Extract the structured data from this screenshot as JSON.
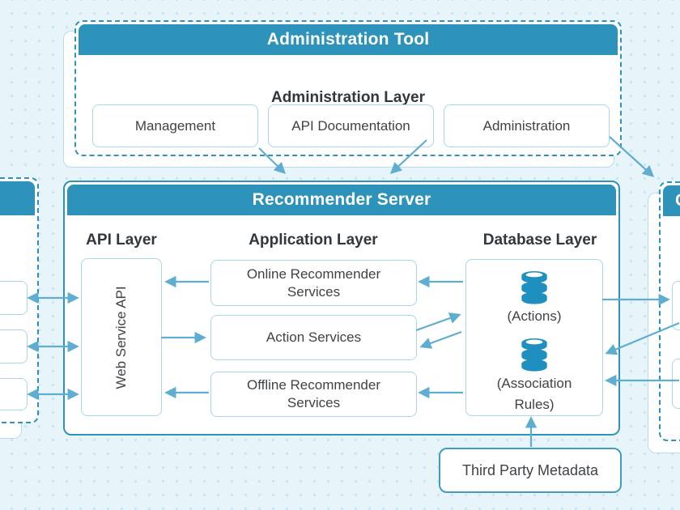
{
  "palette": {
    "teal_header": "#2e93ba",
    "solid_border": "#2d93ba",
    "dashed_border": "#2d93ba",
    "light_box_border": "#aad6e8",
    "back_box_border": "#b9dcec",
    "arrow": "#5fadd0",
    "third_party_border": "#3f9dc4",
    "database_icon": "#1f8fc0",
    "text": "#3f4347",
    "heading_text": "#31373c",
    "background": "#e7f4fa",
    "background_dot": "#c9e5f1"
  },
  "admin_tool": {
    "title": "Administration Tool",
    "layer_label": "Administration Layer",
    "items": [
      {
        "label": "Management"
      },
      {
        "label": "API Documentation"
      },
      {
        "label": "Administration"
      }
    ]
  },
  "recommender_server": {
    "title": "Recommender Server",
    "api_layer": {
      "label": "API Layer",
      "service_label": "Web Service API"
    },
    "application_layer": {
      "label": "Application Layer",
      "items": [
        {
          "label": "Online Recommender Services"
        },
        {
          "label": "Action Services"
        },
        {
          "label": "Offline Recommender Services"
        }
      ]
    },
    "database_layer": {
      "label": "Database Layer",
      "databases": [
        {
          "label": "(Actions)"
        },
        {
          "label": "(Association Rules)"
        }
      ]
    }
  },
  "client_box": {
    "title_visible": "C"
  },
  "third_party": {
    "label": "Third Party Metadata"
  }
}
